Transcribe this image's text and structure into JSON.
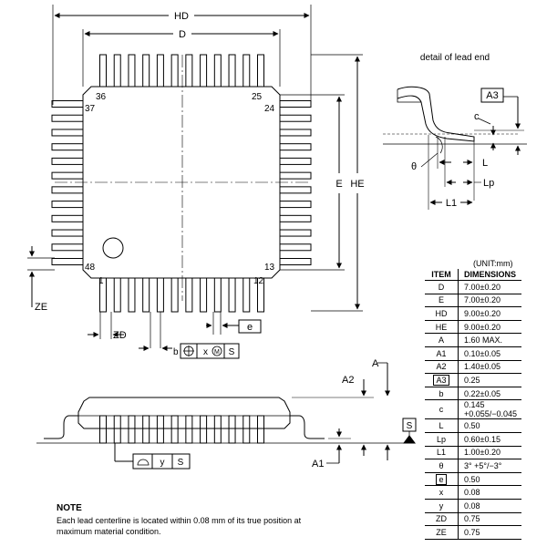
{
  "top_view": {
    "labels": {
      "hd": "HD",
      "d": "D",
      "e": "E",
      "he": "HE",
      "ze": "ZE",
      "zd": "ZD",
      "pin36": "36",
      "pin25": "25",
      "pin37": "37",
      "pin24": "24",
      "pin48": "48",
      "pin13": "13",
      "pin1": "1",
      "pin12": "12"
    },
    "fcf_position": {
      "b": "b",
      "tol": "x",
      "datum": "S"
    },
    "pitch_box": "e"
  },
  "side_view": {
    "labels": {
      "a": "A",
      "a2": "A2",
      "a1": "A1",
      "s": "S"
    },
    "flatness_box": {
      "tol": "y",
      "datum": "S"
    }
  },
  "detail": {
    "title": "detail of lead end",
    "labels": {
      "a3": "A3",
      "c": "c",
      "theta": "θ",
      "l": "L",
      "lp": "Lp",
      "l1": "L1"
    }
  },
  "table": {
    "unit": "(UNIT:mm)",
    "headers": [
      "ITEM",
      "DIMENSIONS"
    ],
    "rows": [
      {
        "item": "D",
        "value": "7.00±0.20"
      },
      {
        "item": "E",
        "value": "7.00±0.20"
      },
      {
        "item": "HD",
        "value": "9.00±0.20"
      },
      {
        "item": "HE",
        "value": "9.00±0.20"
      },
      {
        "item": "A",
        "value": "1.60 MAX."
      },
      {
        "item": "A1",
        "value": "0.10±0.05"
      },
      {
        "item": "A2",
        "value": "1.40±0.05"
      },
      {
        "item": "A3",
        "value": "0.25"
      },
      {
        "item": "b",
        "value": "0.22±0.05"
      },
      {
        "item": "c",
        "value": "0.145 +0.055/−0.045"
      },
      {
        "item": "L",
        "value": "0.50"
      },
      {
        "item": "Lp",
        "value": "0.60±0.15"
      },
      {
        "item": "L1",
        "value": "1.00±0.20"
      },
      {
        "item": "θ",
        "value": "3° +5°/−3°"
      },
      {
        "item": "e",
        "value": "0.50"
      },
      {
        "item": "x",
        "value": "0.08"
      },
      {
        "item": "y",
        "value": "0.08"
      },
      {
        "item": "ZD",
        "value": "0.75"
      },
      {
        "item": "ZE",
        "value": "0.75"
      }
    ]
  },
  "note": {
    "title": "NOTE",
    "text": "Each lead centerline is located within 0.08 mm of its true position at maximum material condition."
  }
}
